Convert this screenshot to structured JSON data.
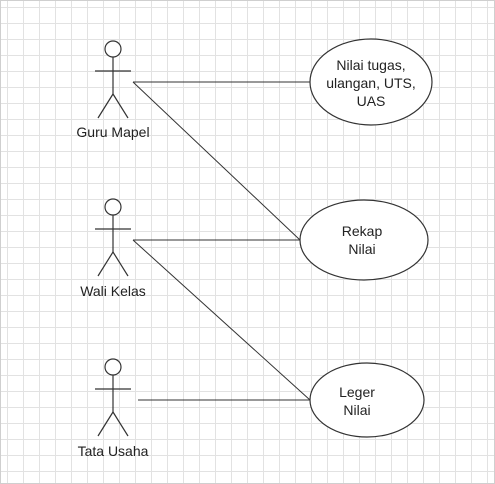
{
  "actors": [
    {
      "id": "guru-mapel",
      "label": "Guru Mapel"
    },
    {
      "id": "wali-kelas",
      "label": "Wali Kelas"
    },
    {
      "id": "tata-usaha",
      "label": "Tata Usaha"
    }
  ],
  "use_cases": [
    {
      "id": "nilai",
      "label": "Nilai tugas,\nulangan, UTS,\nUAS"
    },
    {
      "id": "rekap",
      "label": "Rekap\nNilai"
    },
    {
      "id": "leger",
      "label": "Leger\nNilai"
    }
  ],
  "associations": [
    {
      "from": "guru-mapel",
      "to": "nilai"
    },
    {
      "from": "guru-mapel",
      "to": "rekap"
    },
    {
      "from": "wali-kelas",
      "to": "rekap"
    },
    {
      "from": "wali-kelas",
      "to": "leger"
    },
    {
      "from": "tata-usaha",
      "to": "leger"
    }
  ],
  "colors": {
    "stroke": "#333333",
    "grid": "#e2e2e2"
  }
}
